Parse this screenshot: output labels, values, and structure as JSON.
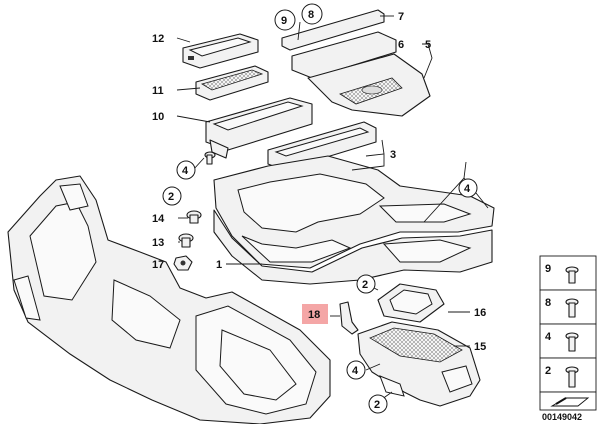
{
  "callouts": {
    "c1": "1",
    "c2a": "2",
    "c2b": "2",
    "c2c": "2",
    "c3": "3",
    "c4a": "4",
    "c4b": "4",
    "c4c": "4",
    "c5": "5",
    "c6": "6",
    "c7": "7",
    "c8": "8",
    "c9": "9",
    "c10": "10",
    "c11": "11",
    "c12": "12",
    "c13": "13",
    "c14": "14",
    "c15": "15",
    "c16": "16",
    "c17": "17",
    "c18": "18"
  },
  "legend": {
    "l9": "9",
    "l8": "8",
    "l4": "4",
    "l2": "2"
  },
  "diagram_code": "00149042",
  "highlight_color": "#f4a6a6"
}
